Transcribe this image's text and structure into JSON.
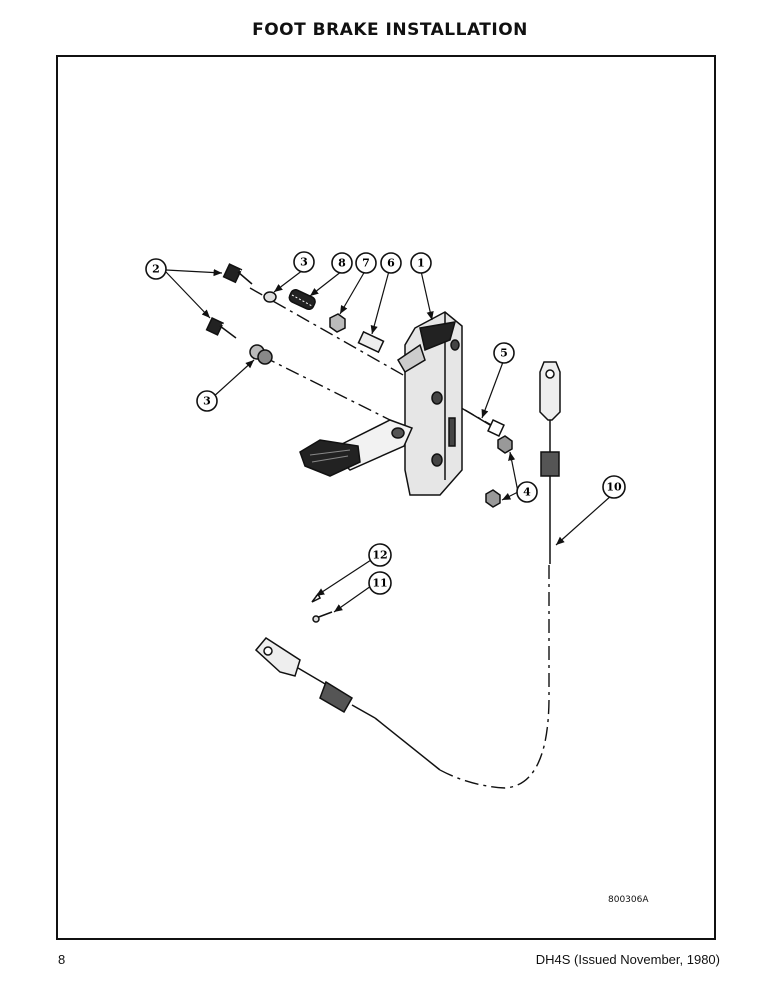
{
  "title": "FOOT BRAKE INSTALLATION",
  "callouts": {
    "c1": "1",
    "c2": "2",
    "c3a": "3",
    "c3b": "3",
    "c4": "4",
    "c5": "5",
    "c6": "6",
    "c7": "7",
    "c8": "8",
    "c10": "10",
    "c11": "11",
    "c12": "12"
  },
  "drawing_id": "800306A",
  "page_number": "8",
  "footer_doc": "DH4S (Issued November, 1980)"
}
